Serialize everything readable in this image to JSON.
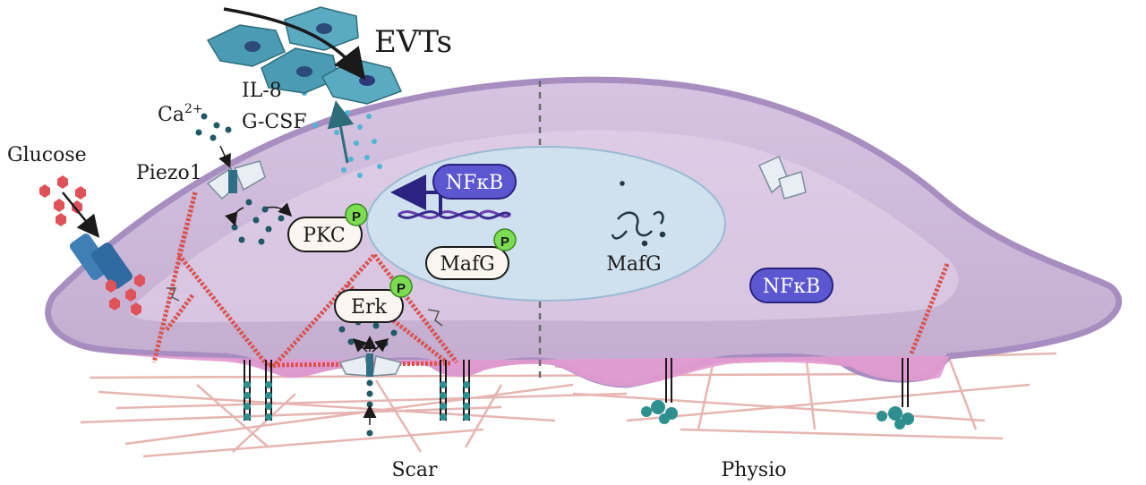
{
  "labels": {
    "evts": "EVTs",
    "il8": "IL-8",
    "gcsf": "G-CSF",
    "ca": "Ca",
    "ca_sup": "2+",
    "glucose": "Glucose",
    "piezo1": "Piezo1",
    "scar": "Scar",
    "physio": "Physio"
  },
  "proteins": {
    "nfkb_nucleus": "NFκB",
    "nfkb_cytoplasm": "NFκB",
    "pkc": "PKC",
    "mafg_scar": "MafG",
    "mafg_physio": "MafG",
    "erk": "Erk",
    "phospho": "P"
  },
  "colors": {
    "cell_outer": "#c9b4d6",
    "cell_inner": "#dccbe4",
    "nucleus": "#cfe0ee",
    "nfkb": "#5b57d1",
    "actin": "#d9534f",
    "evt": "#4a9bb3",
    "phospho": "#7bdc52",
    "membrane_pink": "#e39ad0"
  }
}
